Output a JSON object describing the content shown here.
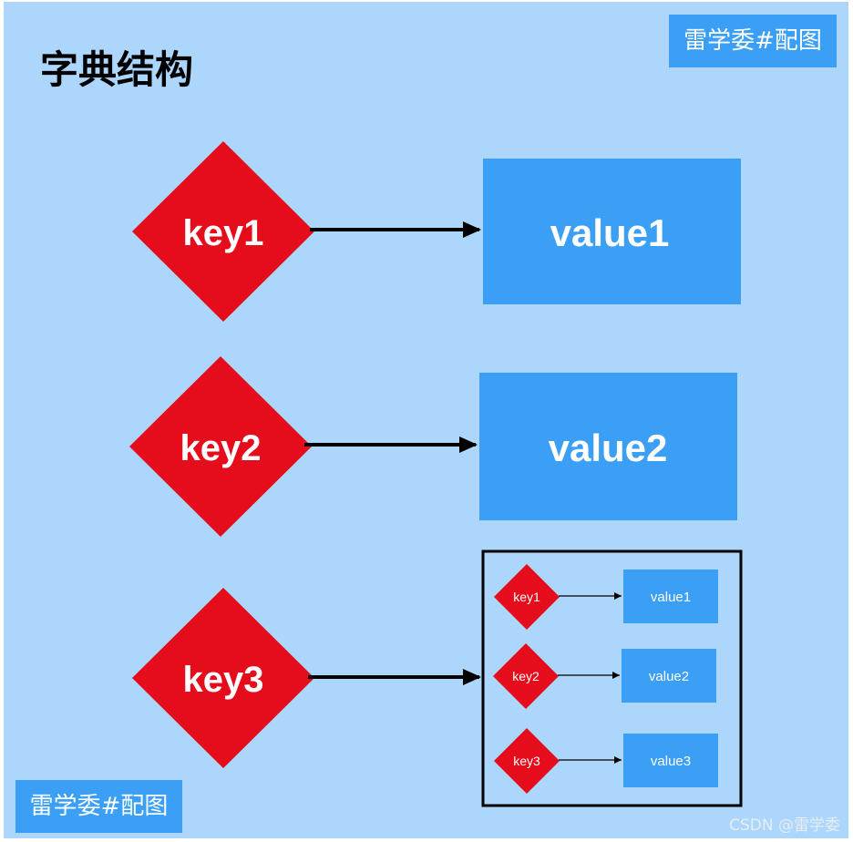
{
  "title": "字典结构",
  "badge_top": "雷学委#配图",
  "badge_bottom": "雷学委#配图",
  "watermark": "CSDN @雷学委",
  "colors": {
    "background": "#acd6fc",
    "key_diamond": "#e50c1c",
    "value_box": "#3a9ff5",
    "text_light": "#ffffff",
    "arrow": "#000000"
  },
  "entries": [
    {
      "key": "key1",
      "value": "value1"
    },
    {
      "key": "key2",
      "value": "value2"
    },
    {
      "key": "key3",
      "nested": [
        {
          "key": "key1",
          "value": "value1"
        },
        {
          "key": "key2",
          "value": "value2"
        },
        {
          "key": "key3",
          "value": "value3"
        }
      ]
    }
  ]
}
